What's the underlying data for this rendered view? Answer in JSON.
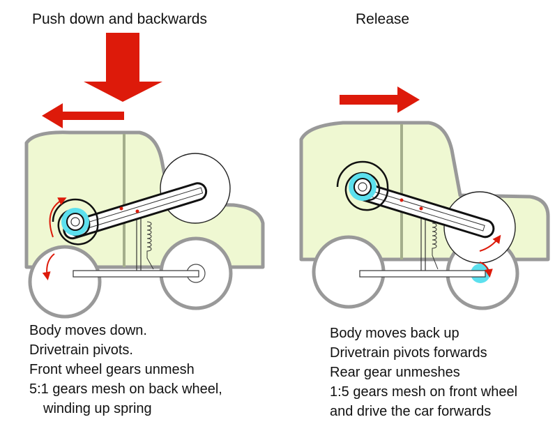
{
  "left_panel": {
    "title": "Push down and backwards",
    "caption": [
      "Body moves down.",
      "Drivetrain pivots.",
      "Front wheel gears unmesh",
      "5:1 gears mesh on back wheel,",
      "winding up spring"
    ]
  },
  "right_panel": {
    "title": "Release",
    "caption": [
      "Body moves back up",
      "Drivetrain pivots forwards",
      "Rear gear unmeshes",
      "1:5 gears mesh on front wheel",
      "and drive the car forwards"
    ]
  },
  "colors": {
    "arrow": "#dd1a0a",
    "body_fill": "#eff8d2",
    "outline": "#999999",
    "gear_highlight": "#5ce0ee"
  }
}
